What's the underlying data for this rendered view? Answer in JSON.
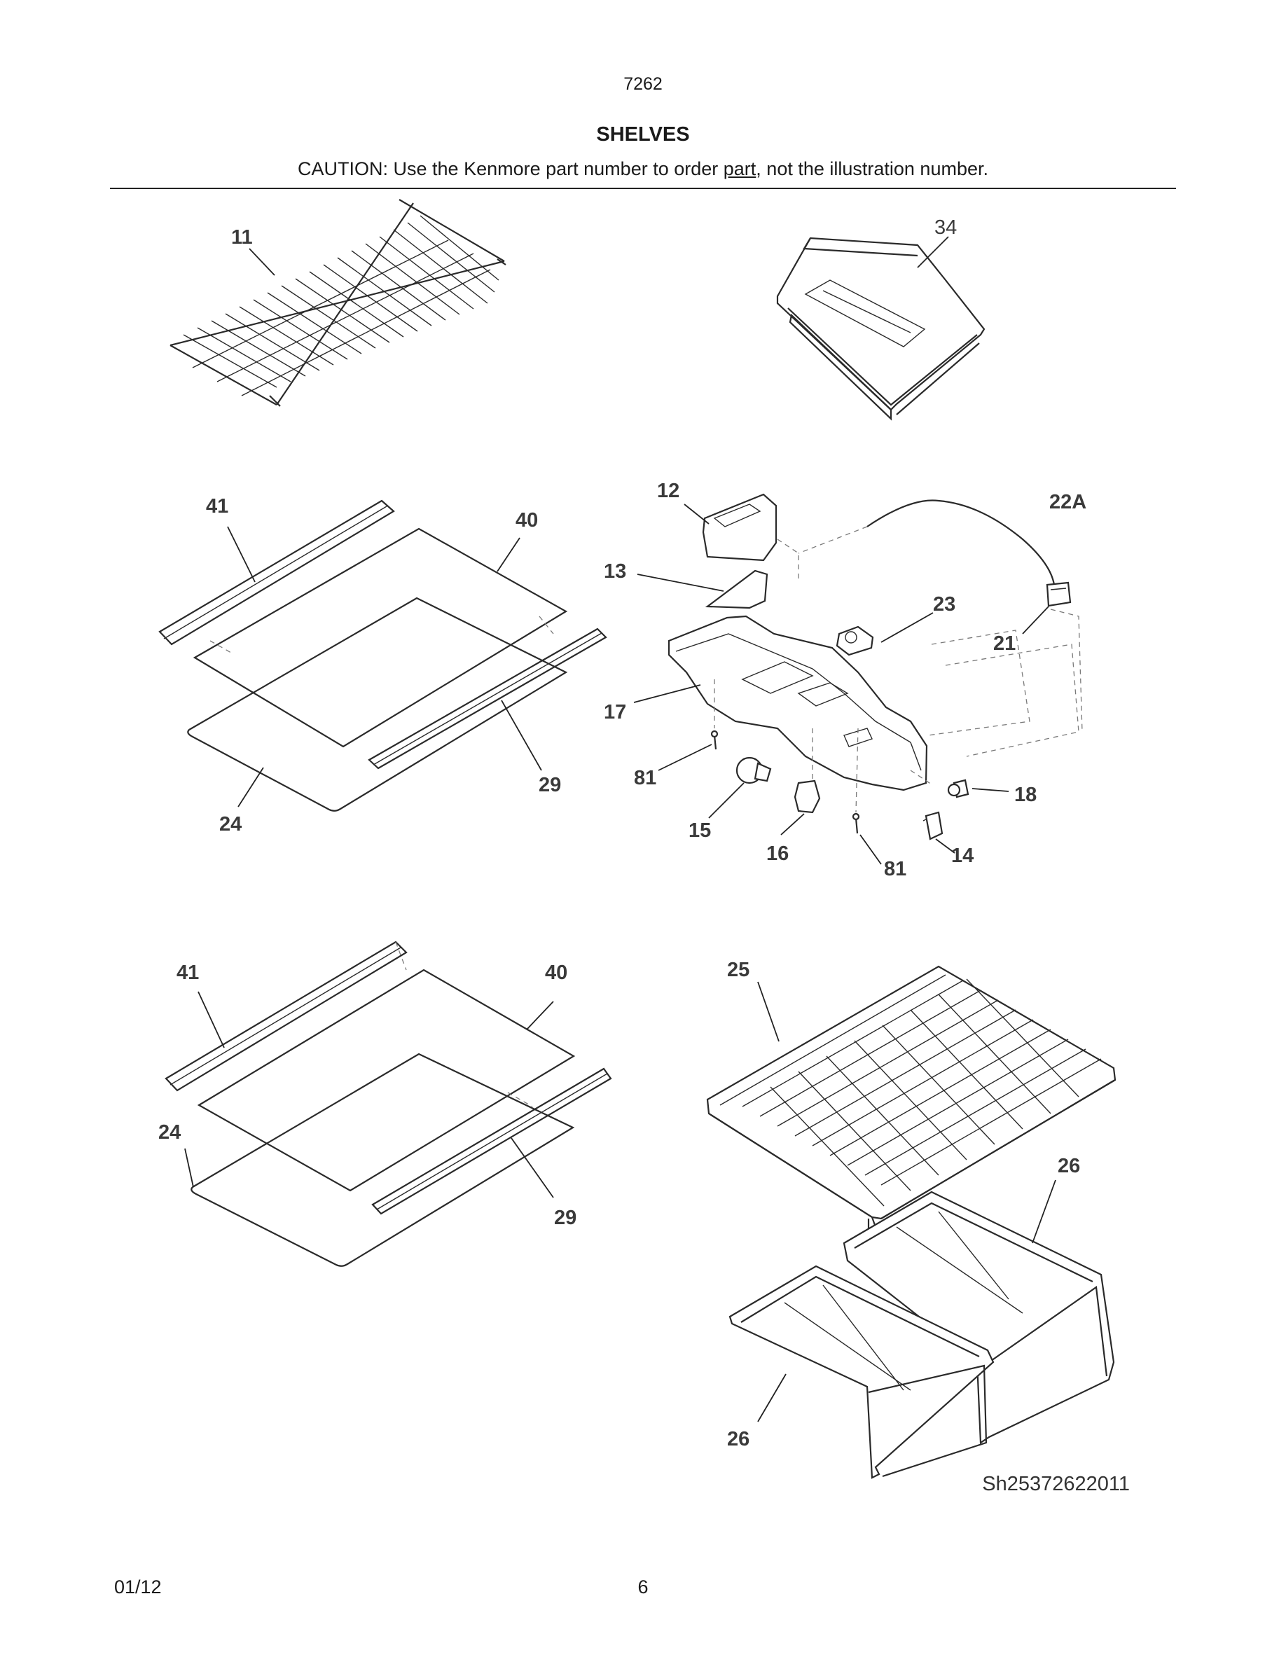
{
  "header": {
    "model_number": "7262",
    "title": "SHELVES",
    "caution_before": "CAUTION: Use the Kenmore part number to order ",
    "caution_underlined": "part",
    "caution_after": ", not the illustration number."
  },
  "callouts": {
    "c11": "11",
    "c34": "34",
    "c41a": "41",
    "c40a": "40",
    "c29a": "29",
    "c24a": "24",
    "c12": "12",
    "c13": "13",
    "c22A": "22A",
    "c23": "23",
    "c21": "21",
    "c17": "17",
    "c81a": "81",
    "c15": "15",
    "c16": "16",
    "c81b": "81",
    "c14": "14",
    "c18": "18",
    "c41b": "41",
    "c40b": "40",
    "c24b": "24",
    "c29b": "29",
    "c25": "25",
    "c26a": "26",
    "c26b": "26"
  },
  "footer": {
    "drawing_code": "Sh25372622011",
    "date": "01/12",
    "page_number": "6"
  }
}
